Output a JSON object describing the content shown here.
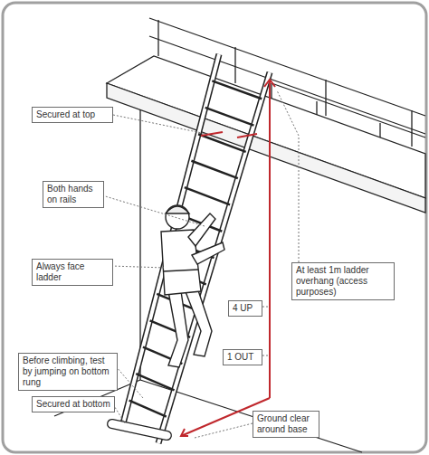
{
  "diagram": {
    "nodes": [
      {
        "text": [
          "Secured at top"
        ]
      },
      {
        "text": [
          "Both hands on rails"
        ]
      },
      {
        "text": [
          "Always face ladder"
        ]
      },
      {
        "text": [
          "Before climbing, test by jumping on bottom rung"
        ]
      },
      {
        "text": [
          "Secured at bottom"
        ]
      },
      {
        "text": [
          "At least 1m ladder overhang (access purposes)"
        ]
      },
      {
        "text": [
          "4 UP"
        ]
      },
      {
        "text": [
          "1 OUT"
        ]
      },
      {
        "text": [
          "Ground clear around base"
        ]
      }
    ]
  }
}
